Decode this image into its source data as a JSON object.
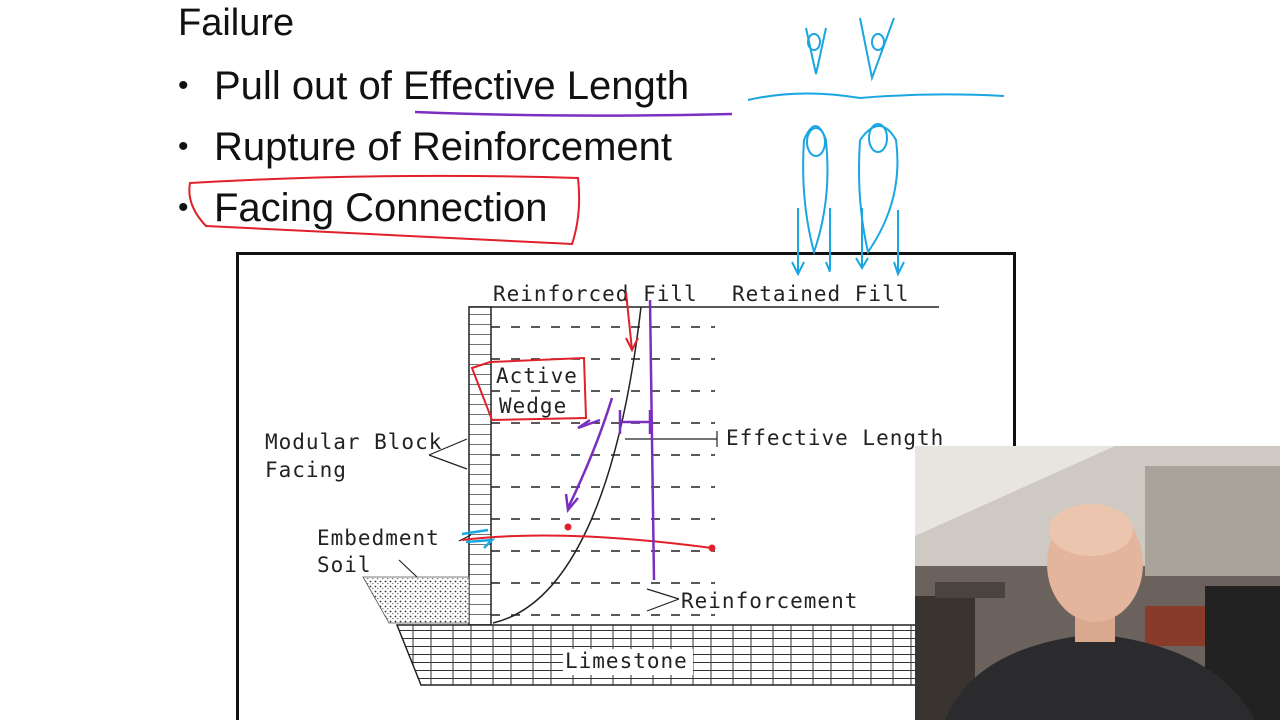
{
  "slide": {
    "title": "Failure",
    "bullets": [
      {
        "text": "Pull out of Effective Length"
      },
      {
        "text": "Rupture of Reinforcement"
      },
      {
        "text": "Facing Connection"
      }
    ],
    "bullet_symbol": "•"
  },
  "diagram": {
    "labels": {
      "reinforced_fill": "Reinforced Fill",
      "retained_fill": "Retained Fill",
      "active": "Active",
      "wedge": "Wedge",
      "modular_block": "Modular Block",
      "facing": "Facing",
      "effective_length": "Effective Length",
      "embedment": "Embedment",
      "soil": "Soil",
      "reinforcement": "Reinforcement",
      "limestone": "Limestone"
    }
  },
  "annotation_colors": {
    "red": "#e0202a",
    "purple": "#7a2fc0",
    "blue": "#1aa6e0"
  }
}
